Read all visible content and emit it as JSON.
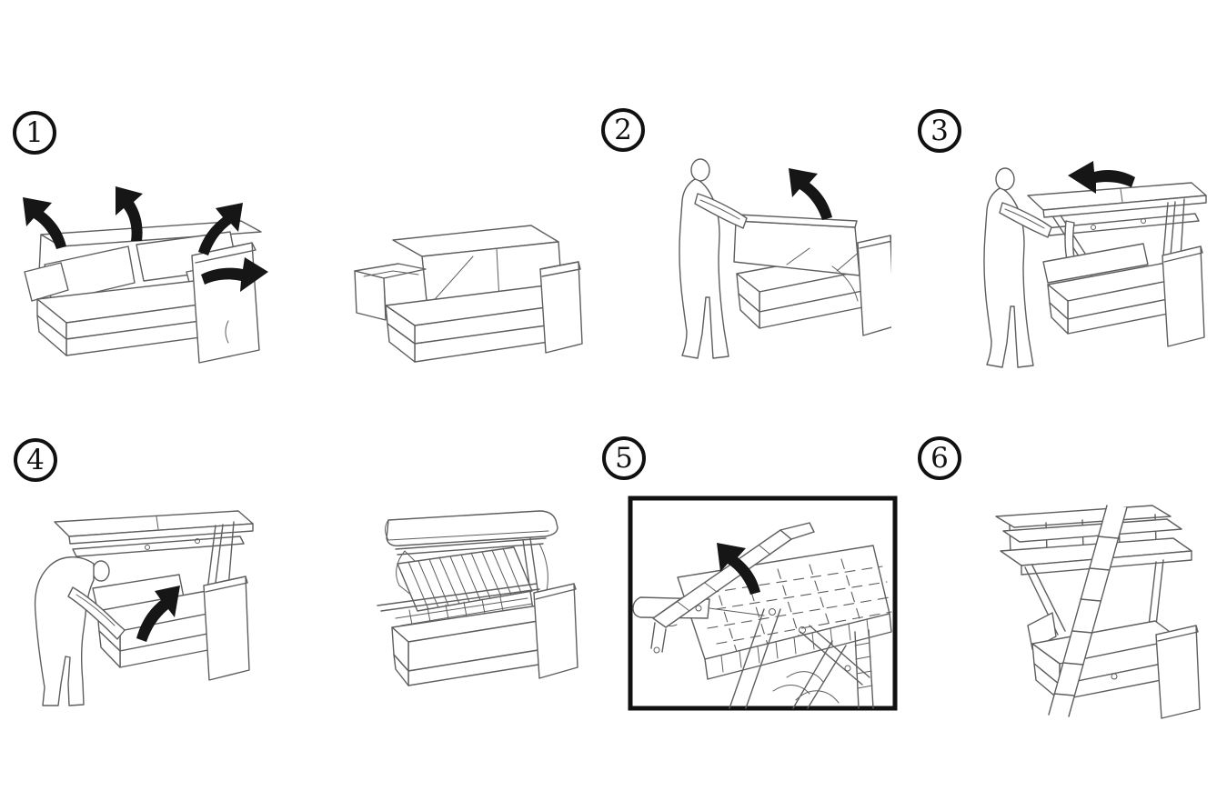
{
  "page": {
    "background": "#ffffff"
  },
  "colors": {
    "line": "#5e5e5e",
    "arrow": "#161616",
    "frame_border": "#111111",
    "number_text": "#111111"
  },
  "steps": [
    {
      "number": "1",
      "illustration": "sofa-with-cushions-and-lift-arrows"
    },
    {
      "number": "2",
      "illustration": "person-lifting-backrest"
    },
    {
      "number": "3",
      "illustration": "person-raising-upper-bunk"
    },
    {
      "number": "4",
      "illustration": "person-lifting-seat-platform"
    },
    {
      "number": "5",
      "illustration": "detail-raising-guard-rail"
    },
    {
      "number": "6",
      "illustration": "finished-bunk-bed-with-ladder"
    }
  ],
  "extra_illustrations": [
    {
      "illustration": "sofa-without-cushions"
    },
    {
      "illustration": "open-fold-mechanism-view"
    }
  ]
}
